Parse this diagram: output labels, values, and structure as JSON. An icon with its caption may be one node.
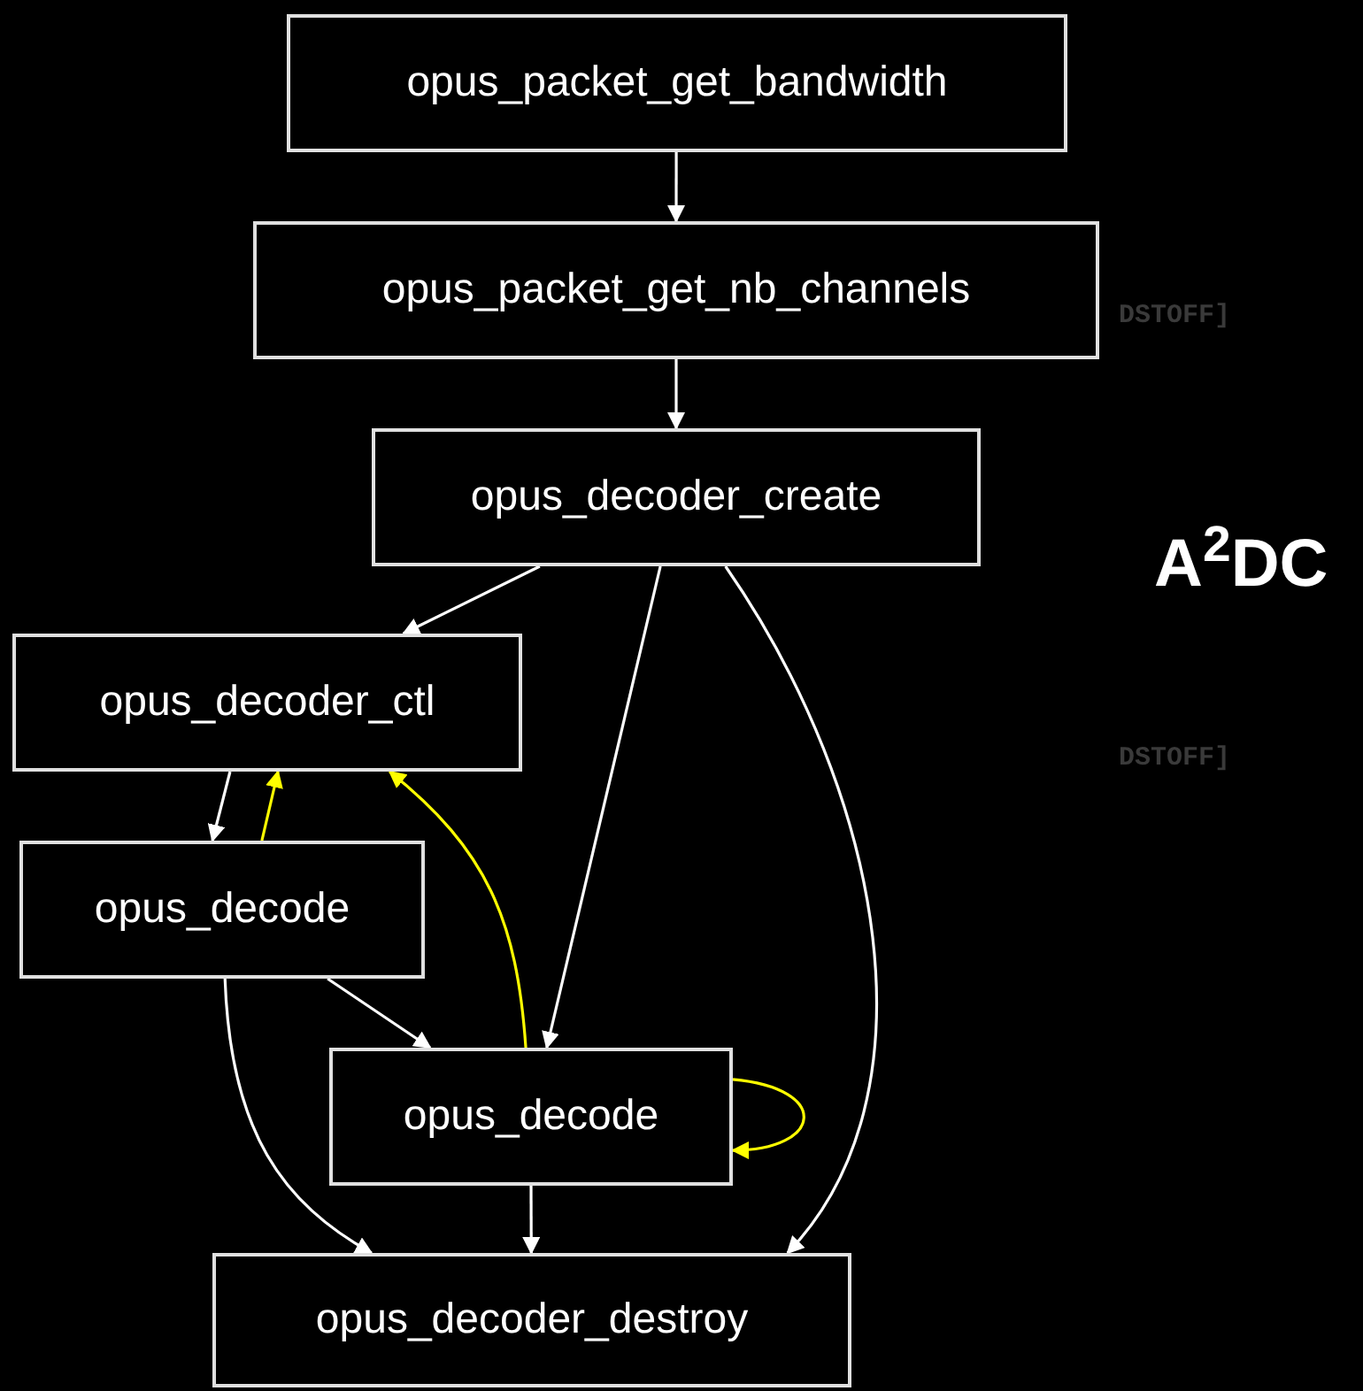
{
  "diagram": {
    "nodes": [
      {
        "text": [
          "opus_packet_get_bandwidth"
        ]
      },
      {
        "text": [
          "opus_packet_get_nb_channels"
        ]
      },
      {
        "text": [
          "opus_decoder_create"
        ]
      },
      {
        "text": [
          "opus_decoder_ctl"
        ]
      },
      {
        "text": [
          "opus_decode"
        ]
      },
      {
        "text": [
          "opus_decode"
        ]
      },
      {
        "text": [
          "opus_decoder_destroy"
        ]
      }
    ],
    "edges": [
      {
        "from": 0,
        "to": 1,
        "arrow": "to"
      },
      {
        "from": 1,
        "to": 2,
        "arrow": "to"
      },
      {
        "from": 2,
        "to": 3,
        "arrow": "to"
      },
      {
        "from": 2,
        "to": 5,
        "arrow": "to"
      },
      {
        "from": 2,
        "to": 6,
        "arrow": "to"
      },
      {
        "from": 3,
        "to": 4,
        "arrow": "to"
      },
      {
        "from": 4,
        "to": 3,
        "arrow": "to",
        "color": "#ffff00"
      },
      {
        "from": 5,
        "to": 3,
        "arrow": "to",
        "color": "#ffff00"
      },
      {
        "from": 4,
        "to": 5,
        "arrow": "to"
      },
      {
        "from": 4,
        "to": 6,
        "arrow": "to"
      },
      {
        "from": 5,
        "to": 5,
        "arrow": "to",
        "color": "#ffff00"
      },
      {
        "from": 5,
        "to": 6,
        "arrow": "to"
      }
    ],
    "labels": [
      "DSTOFF]",
      "A$^{2}$DC",
      "DSTOFF]"
    ]
  }
}
